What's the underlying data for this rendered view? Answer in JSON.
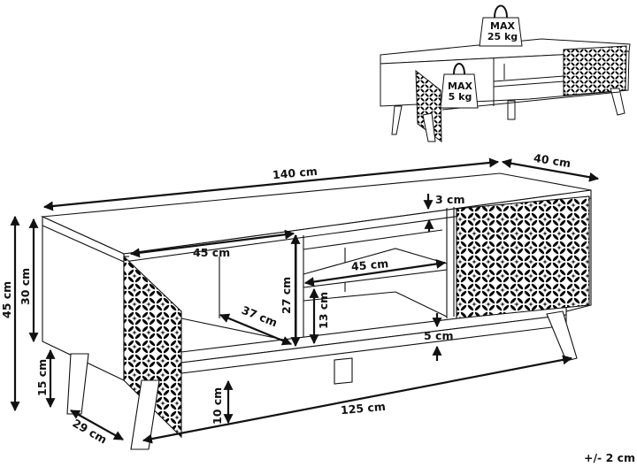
{
  "diagram": {
    "subject": "TV stand dimensions",
    "colors": {
      "line": "#111111",
      "background": "#ffffff",
      "pattern": "#000000"
    },
    "dimensions": {
      "width_total": "140 cm",
      "depth_total": "40 cm",
      "height_total": "45 cm",
      "body_height": "30 cm",
      "leg_height": "15 cm",
      "top_thickness": "3 cm",
      "compartment_width": "45 cm",
      "compartment_height": "27 cm",
      "compartment_depth": "37 cm",
      "shelf_width": "45 cm",
      "shelf_clearance": "13 cm",
      "bottom_thickness": "5 cm",
      "floor_clearance": "10 cm",
      "leg_span_width": "125 cm",
      "leg_span_depth": "29 cm"
    },
    "inset": {
      "top_load": {
        "line1": "MAX",
        "line2": "25 kg"
      },
      "shelf_load": {
        "line1": "MAX",
        "line2": "5 kg"
      }
    },
    "tolerance": "+/- 2 cm"
  }
}
